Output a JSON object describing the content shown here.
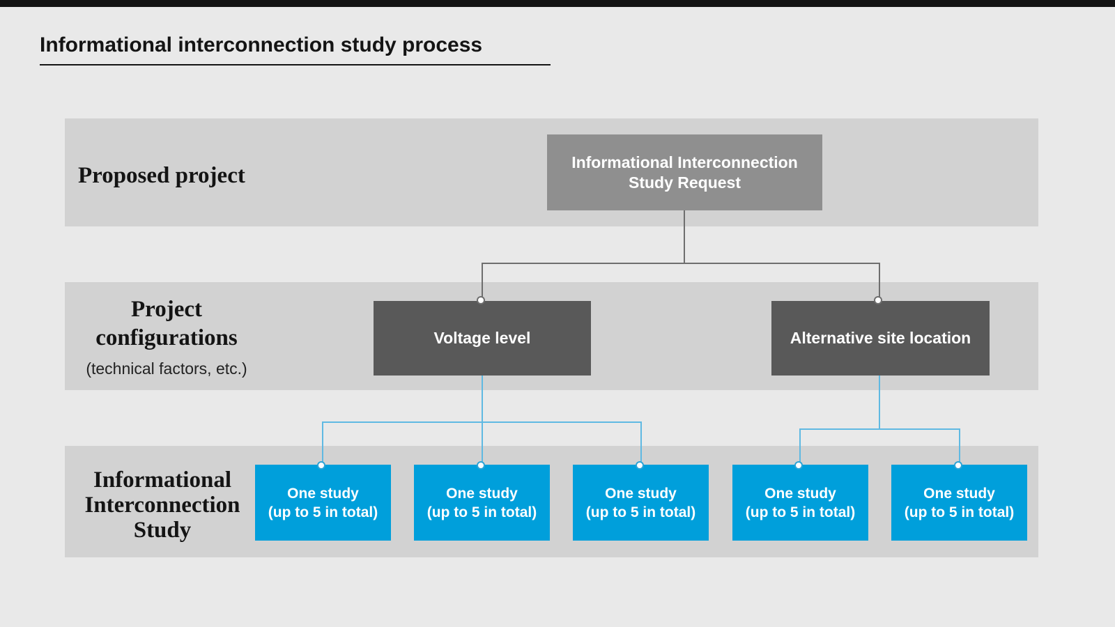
{
  "title": "Informational interconnection study process",
  "bands": {
    "proposed_project": {
      "label": "Proposed project",
      "request_box": {
        "line1": "Informational Interconnection",
        "line2": "Study Request"
      }
    },
    "project_configurations": {
      "label_line1": "Project",
      "label_line2": "configurations",
      "sublabel": "(technical factors, etc.)",
      "boxes": [
        {
          "label": "Voltage level"
        },
        {
          "label": "Alternative site location"
        }
      ]
    },
    "informational_interconnection_study": {
      "label_line1": "Informational",
      "label_line2": "Interconnection",
      "label_line3": "Study",
      "boxes": [
        {
          "line1": "One study",
          "line2": "(up to 5 in total)"
        },
        {
          "line1": "One study",
          "line2": "(up to 5 in total)"
        },
        {
          "line1": "One study",
          "line2": "(up to 5 in total)"
        },
        {
          "line1": "One study",
          "line2": "(up to 5 in total)"
        },
        {
          "line1": "One study",
          "line2": "(up to 5 in total)"
        }
      ]
    }
  },
  "colors": {
    "background": "#e9e9e9",
    "band_gray": "#d2d2d2",
    "medium_gray_box": "#8f8f8f",
    "dark_gray_box": "#595959",
    "accent_blue": "#009fdb",
    "connector_dark": "#6e6e6e",
    "connector_blue": "#5fb9e2",
    "top_bar": "#141414"
  }
}
